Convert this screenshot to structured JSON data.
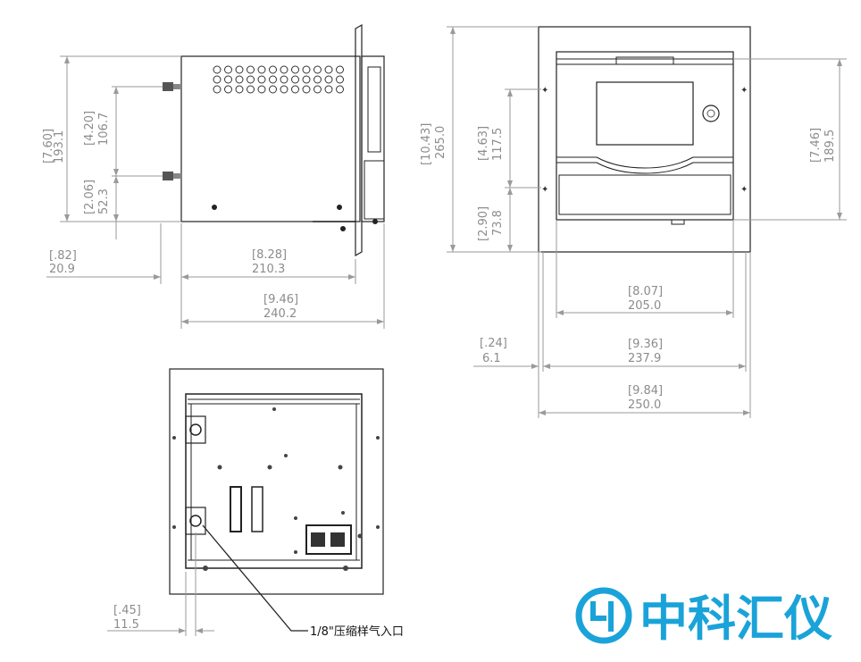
{
  "side_view": {
    "dim_height_in": "[7.60]",
    "dim_height_mm": "193.1",
    "dim_port_spacing_in": "[4.20]",
    "dim_port_spacing_mm": "106.7",
    "dim_port_bottom_in": "[2.06]",
    "dim_port_bottom_mm": "52.3",
    "dim_fitting_in": "[.82]",
    "dim_fitting_mm": "20.9",
    "dim_body_in": "[8.28]",
    "dim_body_mm": "210.3",
    "dim_total_in": "[9.46]",
    "dim_total_mm": "240.2"
  },
  "front_view": {
    "dim_panel_height_in": "[10.43]",
    "dim_panel_height_mm": "265.0",
    "dim_upper_in": "[4.63]",
    "dim_upper_mm": "117.5",
    "dim_lower_in": "[2.90]",
    "dim_lower_mm": "73.8",
    "dim_body_height_in": "[7.46]",
    "dim_body_height_mm": "189.5",
    "dim_body_width_in": "[8.07]",
    "dim_body_width_mm": "205.0",
    "dim_offset_in": "[.24]",
    "dim_offset_mm": "6.1",
    "dim_mount_width_in": "[9.36]",
    "dim_mount_width_mm": "237.9",
    "dim_panel_width_in": "[9.84]",
    "dim_panel_width_mm": "250.0"
  },
  "rear_view": {
    "dim_inlet_in": "[.45]",
    "dim_inlet_mm": "11.5",
    "inlet_label": "1/8\"压缩样气入口"
  },
  "logo": {
    "text": "中科汇仪",
    "color": "#1aa3d9"
  }
}
